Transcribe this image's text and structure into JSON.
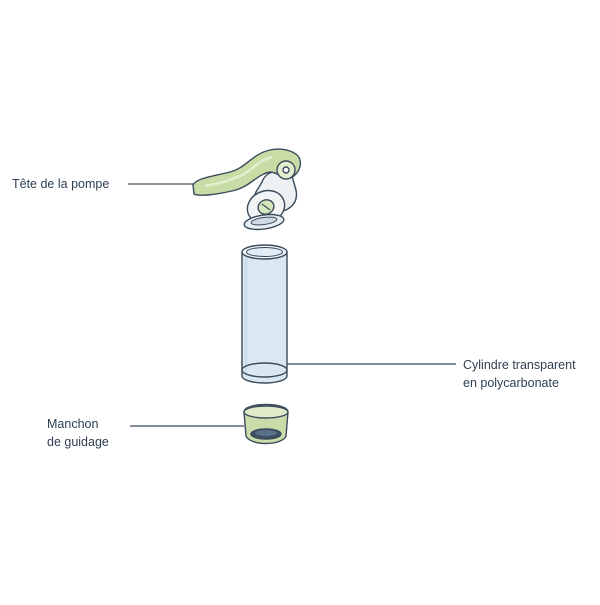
{
  "labels": {
    "pump_head": "Tête de la pompe",
    "cylinder_line1": "Cylindre transparent",
    "cylinder_line2": "en polycarbonate",
    "sleeve_line1": "Manchon",
    "sleeve_line2": "de guidage"
  },
  "colors": {
    "outline": "#3a4b5c",
    "handle_green": "#c8dca6",
    "handle_light": "#e3eecf",
    "body_light": "#eef1f3",
    "cylinder_fill": "#dbe8f2",
    "cylinder_ring": "#eef4f9",
    "sleeve_green": "#cadcaa",
    "sleeve_inner": "#3d4f63",
    "label_text": "#2e3f52"
  }
}
